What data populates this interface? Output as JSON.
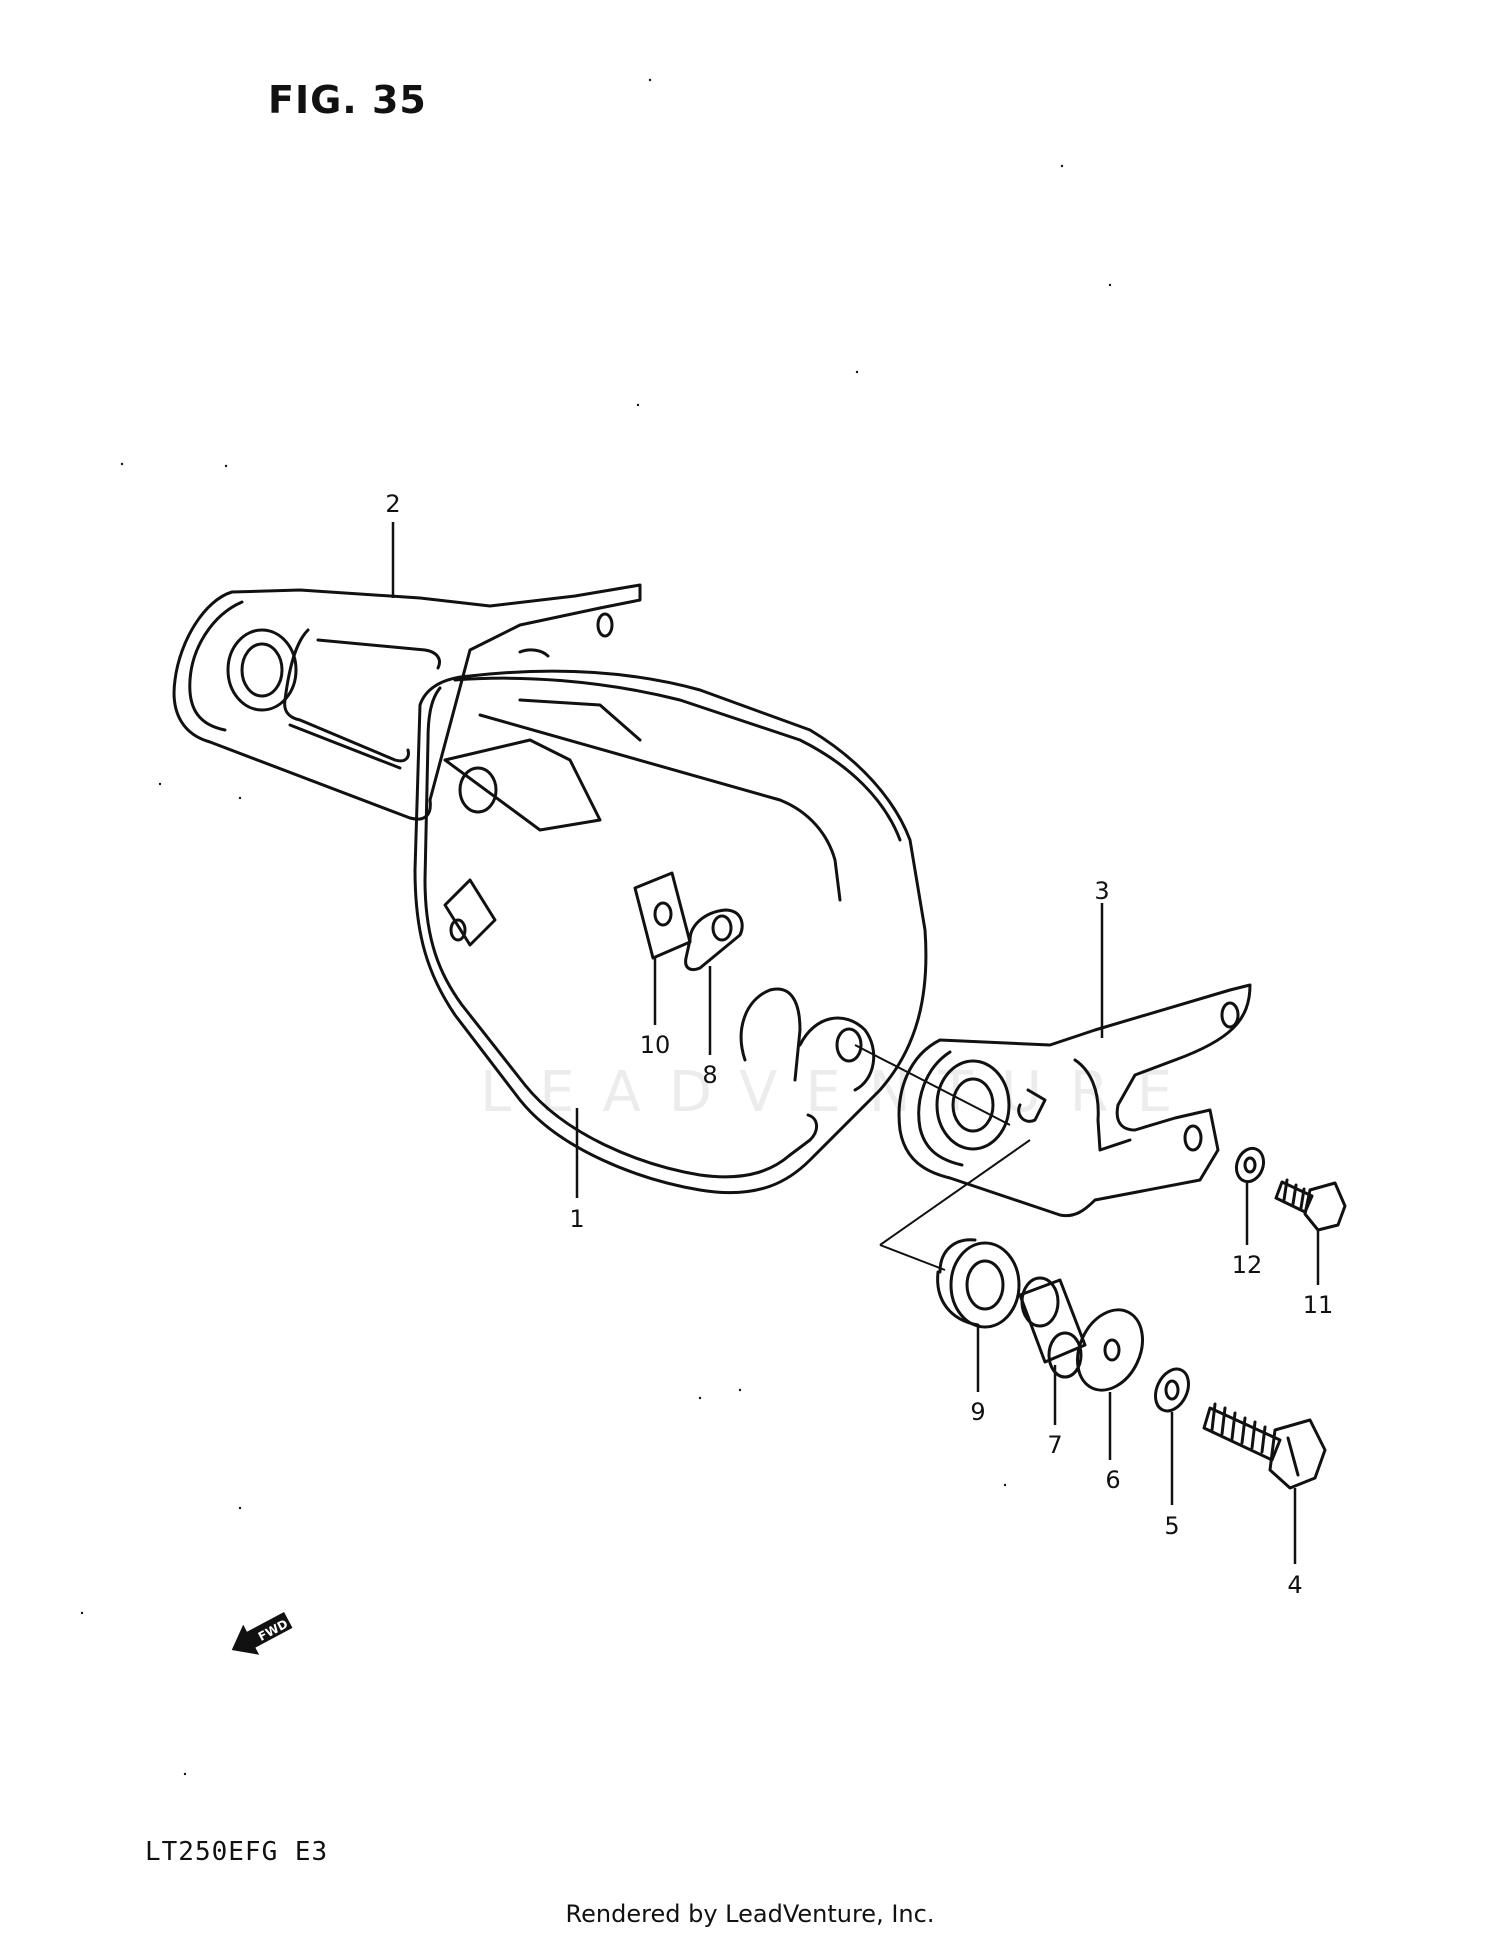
{
  "figure": {
    "title": "FIG. 35",
    "model_code": "LT250EFG  E3",
    "footer": "Rendered by LeadVenture, Inc.",
    "watermark": "LEADVENTURE",
    "fwd_marker": "FWD"
  },
  "callouts": [
    {
      "id": "1",
      "label": "1"
    },
    {
      "id": "2",
      "label": "2"
    },
    {
      "id": "3",
      "label": "3"
    },
    {
      "id": "4",
      "label": "4"
    },
    {
      "id": "5",
      "label": "5"
    },
    {
      "id": "6",
      "label": "6"
    },
    {
      "id": "7",
      "label": "7"
    },
    {
      "id": "8",
      "label": "8"
    },
    {
      "id": "9",
      "label": "9"
    },
    {
      "id": "10",
      "label": "10"
    },
    {
      "id": "11",
      "label": "11"
    },
    {
      "id": "12",
      "label": "12"
    }
  ]
}
